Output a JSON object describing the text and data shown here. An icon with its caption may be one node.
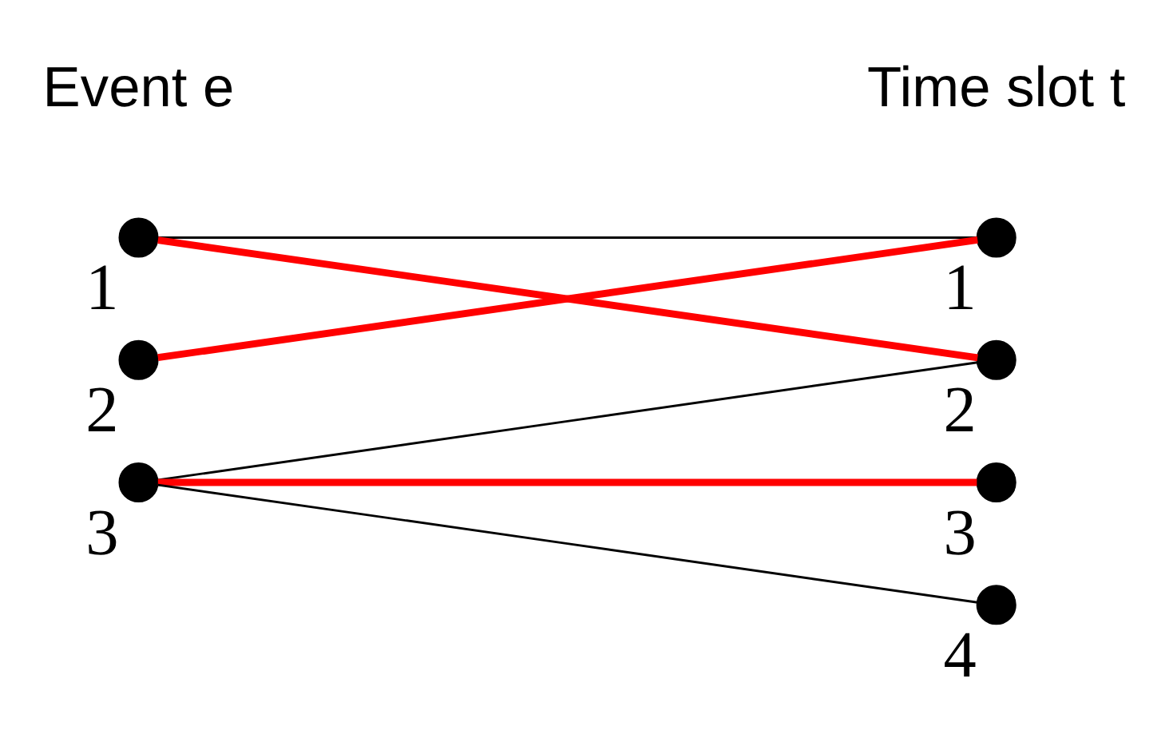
{
  "diagram": {
    "nodes": [
      {
        "text": [],
        "shape": "circle",
        "beside": [
          "1"
        ]
      },
      {
        "text": [],
        "shape": "circle",
        "beside": [
          "2"
        ]
      },
      {
        "text": [],
        "shape": "circle",
        "beside": [
          "3"
        ]
      },
      {
        "text": [],
        "shape": "circle",
        "beside": [
          "1"
        ]
      },
      {
        "text": [],
        "shape": "circle",
        "beside": [
          "2"
        ]
      },
      {
        "text": [],
        "shape": "circle",
        "beside": [
          "3"
        ]
      },
      {
        "text": [],
        "shape": "circle",
        "beside": [
          "4"
        ]
      }
    ],
    "edges": [
      {
        "from": 0,
        "to": 3,
        "arrow": "none"
      },
      {
        "from": 0,
        "to": 4,
        "arrow": "none",
        "style": "thick",
        "color": "#ff0000"
      },
      {
        "from": 1,
        "to": 3,
        "arrow": "none",
        "style": "thick",
        "color": "#ff0000"
      },
      {
        "from": 2,
        "to": 4,
        "arrow": "none"
      },
      {
        "from": 2,
        "to": 5,
        "arrow": "none",
        "style": "thick",
        "color": "#ff0000"
      },
      {
        "from": 2,
        "to": 6,
        "arrow": "none"
      }
    ],
    "labels": [
      "Event e",
      "Time slot t"
    ]
  }
}
